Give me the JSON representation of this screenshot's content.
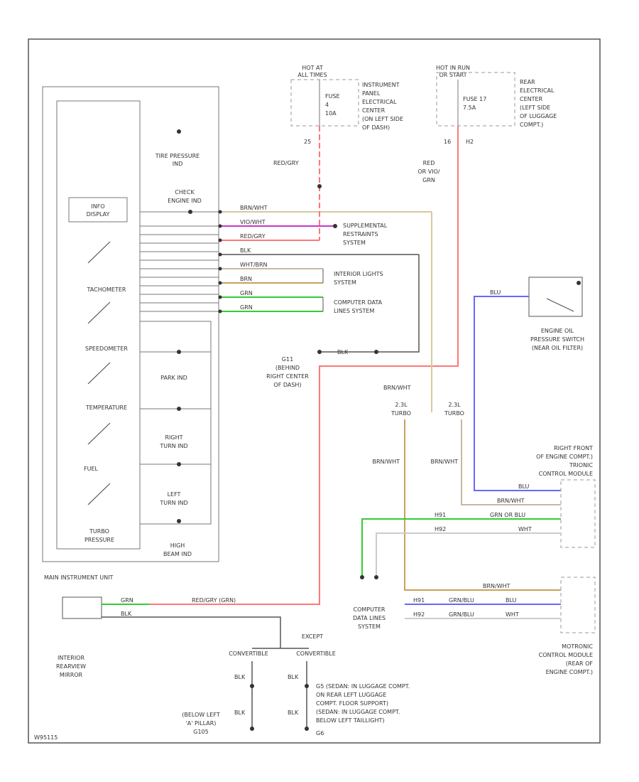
{
  "hot_at_all_times": [
    "HOT AT",
    "ALL TIMES"
  ],
  "hot_in_run": [
    "HOT IN RUN",
    "OR START"
  ],
  "fuse_a": [
    "FUSE",
    "4",
    "10A"
  ],
  "fuse_b": [
    "FUSE 17",
    "7.5A"
  ],
  "ip_center": [
    "INSTRUMENT",
    "PANEL",
    "ELECTRICAL",
    "CENTER",
    "(ON LEFT SIDE",
    "OF DASH)"
  ],
  "rear_center": [
    "REAR",
    "ELECTRICAL",
    "CENTER",
    "(LEFT SIDE",
    "OF LUGGAGE",
    "COMPT.)"
  ],
  "pin_a": "25",
  "pin_b": "16",
  "pin_c": "H2",
  "wire_red_gry": "RED/GRY",
  "wire_red_gry_grn": [
    "RED",
    "OR VIO/",
    "GRN"
  ],
  "indicators": {
    "tire_pressure": [
      "TIRE PRESSURE",
      "IND"
    ],
    "check_engine": [
      "CHECK",
      "ENGINE IND"
    ],
    "info_display": [
      "INFO",
      "DISPLAY"
    ],
    "tachometer": "TACHOMETER",
    "speedometer": "SPEEDOMETER",
    "temperature": "TEMPERATURE",
    "fuel": "FUEL",
    "turbo_pressure": [
      "TURBO",
      "PRESSURE"
    ],
    "park": "PARK IND",
    "right_turn": [
      "RIGHT",
      "TURN IND"
    ],
    "left_turn": [
      "LEFT",
      "TURN IND"
    ],
    "high_beam": [
      "HIGH",
      "BEAM IND"
    ]
  },
  "wire_rows": [
    {
      "label": "BRN/WHT",
      "color": "#d8c8a0"
    },
    {
      "label": "VIO/WHT",
      "color": "#cc33cc"
    },
    {
      "label": "RED/GRY",
      "color": "#ff7777"
    },
    {
      "label": "BLK",
      "color": "#555555"
    },
    {
      "label": "WHT/BRN",
      "color": "#c8b8a0"
    },
    {
      "label": "BRN",
      "color": "#c8a060"
    },
    {
      "label": "GRN",
      "color": "#33cc33"
    },
    {
      "label": "GRN",
      "color": "#33cc33"
    }
  ],
  "restraints": [
    "SUPPLEMENTAL",
    "RESTRAINTS",
    "SYSTEM"
  ],
  "interior_lights": [
    "INTERIOR LIGHTS",
    "SYSTEM"
  ],
  "computer_data_lines": [
    "COMPUTER DATA",
    "LINES SYSTEM"
  ],
  "ground_g1": [
    "G11",
    "(BEHIND",
    "RIGHT CENTER",
    "OF DASH)"
  ],
  "wire_blk": "BLK",
  "oil_switch": [
    "ENGINE OIL",
    "PRESSURE SWITCH",
    "(NEAR OIL FILTER)"
  ],
  "wire_blu": "BLU",
  "brn_wht": "BRN/WHT",
  "turbo_left": [
    "2.3L",
    "TURBO"
  ],
  "turbo_right": [
    "2.3L",
    "TURBO"
  ],
  "trionic_top": [
    "RIGHT FRONT",
    "OF ENGINE COMPT.)",
    "TRIONIC",
    "CONTROL MODULE"
  ],
  "trionic_bottom": [
    "MOTRONIC",
    "CONTROL MODULE",
    "(REAR OF",
    "ENGINE COMPT.)"
  ],
  "module_rows_top": [
    {
      "left": "",
      "mid": "",
      "right": "BLU",
      "color": "#6666ff"
    },
    {
      "left": "",
      "mid": "",
      "right": "BRN/WHT",
      "color": "#c8b8a0"
    },
    {
      "left": "H91",
      "mid": "GRN OR BLU",
      "right": "",
      "color": "#33cc33"
    },
    {
      "left": "H92",
      "mid": "",
      "right": "WHT",
      "color": "#cccccc"
    }
  ],
  "module_rows_bottom": [
    {
      "left": "",
      "mid": "",
      "right": "BRN/WHT",
      "color": "#c8a060"
    },
    {
      "left": "H91",
      "mid": "GRN/BLU",
      "right": "BLU",
      "color": "#6666ff"
    },
    {
      "left": "H92",
      "mid": "GRN/BLU",
      "right": "WHT",
      "color": "#cccccc"
    }
  ],
  "computer_data_lines_2": [
    "COMPUTER",
    "DATA LINES",
    "SYSTEM"
  ],
  "main_instrument_unit": "MAIN INSTRUMENT UNIT",
  "mirror": [
    "INTERIOR",
    "REARVIEW",
    "MIRROR"
  ],
  "mirror_wires": [
    "GRN",
    "BLK"
  ],
  "red_gry_grn": "RED/GRY (GRN)",
  "except": "EXCEPT",
  "convertible": "CONVERTIBLE",
  "convertible2": "CONVERTIBLE",
  "ground_left": [
    "(BELOW LEFT",
    "'A' PILLAR)",
    "G105"
  ],
  "ground_right": [
    "G5 (SEDAN: IN LUGGAGE COMPT.",
    "ON REAR LEFT LUGGAGE",
    "COMPT. FLOOR SUPPORT)",
    "(SEDAN: IN LUGGAGE COMPT.",
    "BELOW LEFT TAILLIGHT)",
    "G6"
  ],
  "fig_id": "W95115"
}
